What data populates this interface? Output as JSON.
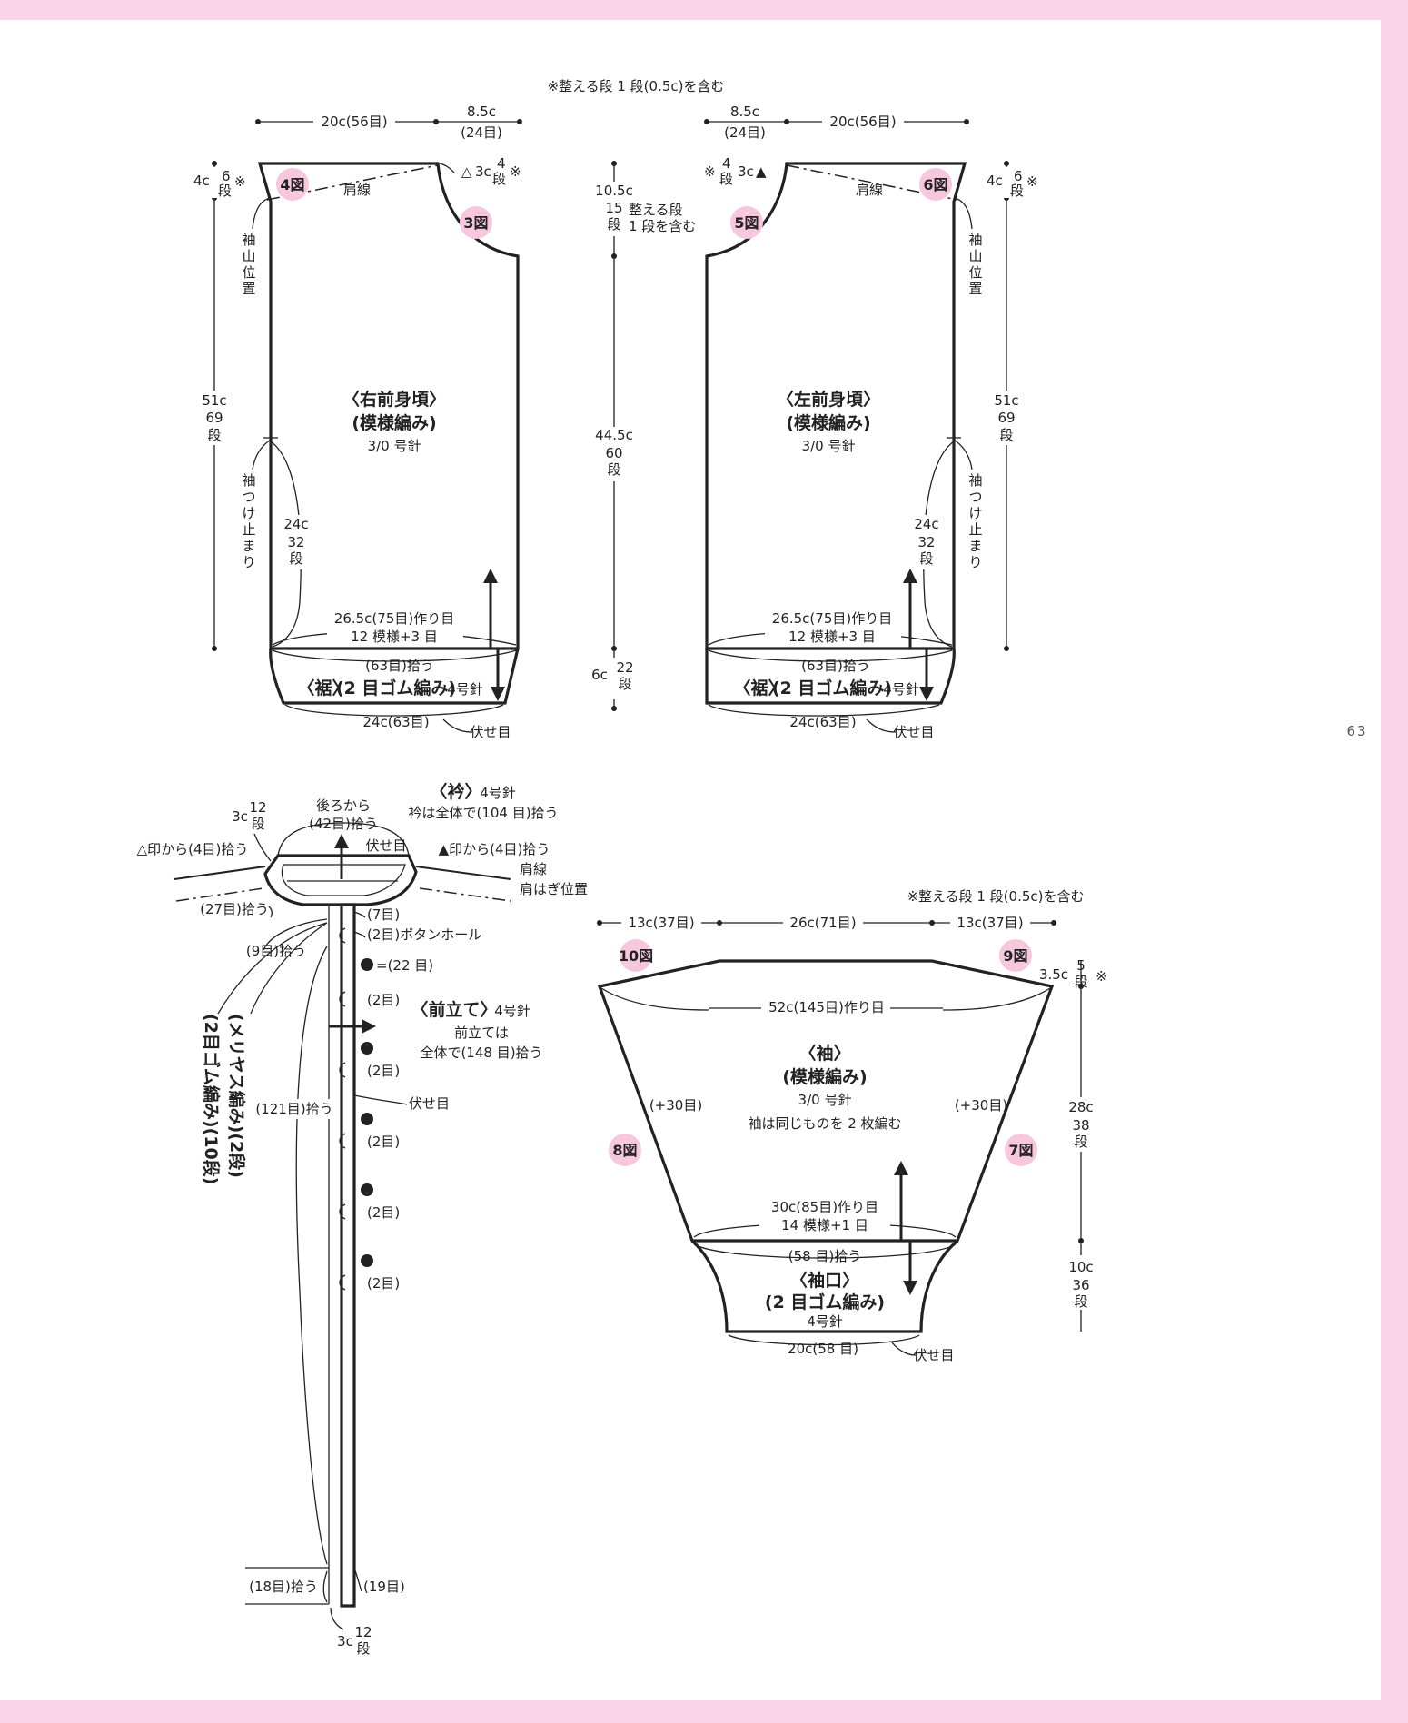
{
  "page_number": "63",
  "note_top": "※整える段 1 段(0.5c)を含む",
  "note_sleeve": "※整える段 1 段(0.5c)を含む",
  "figs": {
    "f3": "3図",
    "f4": "4図",
    "f5": "5図",
    "f6": "6図",
    "f7": "7図",
    "f8": "8図",
    "f9": "9図",
    "f10": "10図"
  },
  "right_front": {
    "title": "〈右前身頃〉",
    "pattern": "(模様編み)",
    "needle": "3/0 号針",
    "w_body": "20c(56目)",
    "w_neck_c": "8.5c",
    "w_neck_s": "(24目)",
    "shoulder_h": "4c",
    "shoulder_r": "6",
    "shoulder_u": "段",
    "mark": "※",
    "neck_drop_c": "3c",
    "neck_drop_r": "4",
    "neck_drop_u": "段",
    "tri": "△",
    "shoulder_line": "肩線",
    "sleeve_top_1": "袖",
    "sleeve_top_2": "山",
    "sleeve_top_3": "位",
    "sleeve_top_4": "置",
    "len_c": "51c",
    "len_r": "69",
    "len_u": "段",
    "armhole_1": "袖",
    "armhole_2": "つ",
    "armhole_3": "け",
    "armhole_4": "止",
    "armhole_5": "ま",
    "armhole_6": "り",
    "side_c": "24c",
    "side_r": "32",
    "side_u": "段",
    "cast_on": "26.5c(75目)作り目",
    "pattern_repeat": "12 模様+3 目",
    "pick": "(63目)拾う",
    "hem_title": "〈裾〉",
    "hem_sub": "(2 目ゴム編み)",
    "hem_needle": "4号針",
    "hem_w": "24c(63目)",
    "bind_off": "伏せ目"
  },
  "center": {
    "c1": "10.5c",
    "r1": "15",
    "u1": "段",
    "note1": "整える段",
    "note2": "1 段を含む",
    "c2": "44.5c",
    "r2": "60",
    "u2": "段",
    "c3": "6c",
    "r3": "22",
    "u3": "段"
  },
  "left_front": {
    "title": "〈左前身頃〉",
    "pattern": "(模様編み)",
    "needle": "3/0 号針",
    "w_body": "20c(56目)",
    "w_neck_c": "8.5c",
    "w_neck_s": "(24目)",
    "shoulder_h": "4c",
    "shoulder_r": "6",
    "shoulder_u": "段",
    "mark": "※",
    "neck_drop_c": "3c",
    "neck_drop_r": "4",
    "neck_drop_u": "段",
    "tri": "▲",
    "shoulder_line": "肩線",
    "sleeve_top_1": "袖",
    "sleeve_top_2": "山",
    "sleeve_top_3": "位",
    "sleeve_top_4": "置",
    "len_c": "51c",
    "len_r": "69",
    "len_u": "段",
    "armhole_1": "袖",
    "armhole_2": "つ",
    "armhole_3": "け",
    "armhole_4": "止",
    "armhole_5": "ま",
    "armhole_6": "り",
    "side_c": "24c",
    "side_r": "32",
    "side_u": "段",
    "cast_on": "26.5c(75目)作り目",
    "pattern_repeat": "12 模様+3 目",
    "pick": "(63目)拾う",
    "hem_title": "〈裾〉",
    "hem_sub": "(2 目ゴム編み)",
    "hem_needle": "4号針",
    "hem_w": "24c(63目)",
    "bind_off": "伏せ目"
  },
  "collar": {
    "title": "〈衿〉",
    "needle": "4号針",
    "total": "衿は全体で(104 目)拾う",
    "back_1": "後ろから",
    "back_2": "(42目)拾う",
    "h_c": "3c",
    "h_r": "12",
    "h_u": "段",
    "left_pick": "△印から(4目)拾う",
    "right_pick": "▲印から(4目)拾う",
    "bind_off": "伏せ目",
    "shoulder_line": "肩線",
    "shoulder_seam": "肩はぎ位置",
    "front_pick": "(27目)拾う"
  },
  "band": {
    "title": "〈前立て〉",
    "needle": "4号針",
    "note1": "前立ては",
    "note2": "全体で(148 目)拾う",
    "p7": "(7目)",
    "p2_bh": "(2目)ボタンホール",
    "button_count": "=(22 目)",
    "p2": "(2目)",
    "bind_off": "伏せ目",
    "p9": "(9目)拾う",
    "p121": "(121目)拾う",
    "p18": "(18目)拾う",
    "p19": "(19目)",
    "h_c": "3c",
    "h_r": "12",
    "h_u": "段",
    "v1": "(メリヤス編み)(2段)",
    "v2": "(2目ゴム編み)(10段)"
  },
  "sleeve": {
    "top_l": "13c(37目)",
    "top_m": "26c(71目)",
    "top_r": "13c(37目)",
    "cap_c": "3.5c",
    "cap_r": "5",
    "cap_u": "段",
    "mark": "※",
    "cast_top": "52c(145目)作り目",
    "title": "〈袖〉",
    "pattern": "(模様編み)",
    "needle": "3/0 号針",
    "note": "袖は同じものを 2 枚編む",
    "inc_l": "(+30目)",
    "inc_r": "(+30目)",
    "len_c": "28c",
    "len_r": "38",
    "len_u": "段",
    "cast_on": "30c(85目)作り目",
    "pattern_repeat": "14 模様+1 目",
    "pick": "(58 目)拾う",
    "cuff_title": "〈袖口〉",
    "cuff_sub": "(2 目ゴム編み)",
    "cuff_needle": "4号針",
    "cuff_c": "10c",
    "cuff_r": "36",
    "cuff_u": "段",
    "cuff_w": "20c(58 目)",
    "bind_off": "伏せ目"
  }
}
